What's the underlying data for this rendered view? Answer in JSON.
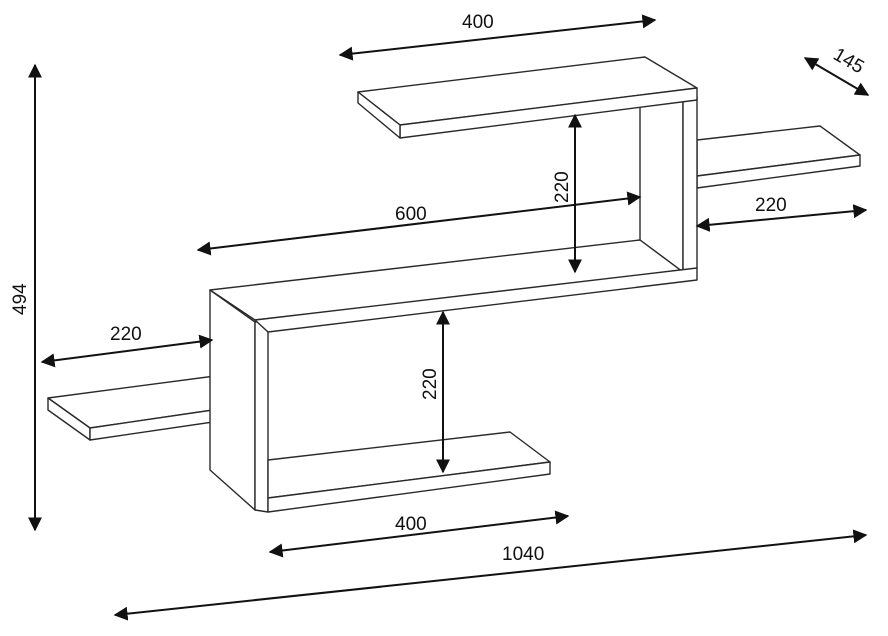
{
  "title": "Wall shelf dimension drawing",
  "dimensions": {
    "top_shelf_width": "400",
    "depth": "145",
    "total_height": "494",
    "upper_gap_height": "220",
    "middle_board_width": "600",
    "right_shelf_width": "220",
    "left_shelf_width": "220",
    "lower_gap_height": "220",
    "bottom_board_width": "400",
    "total_width": "1040"
  },
  "colors": {
    "line": "#2a2a2a",
    "fill": "#ffffff"
  }
}
